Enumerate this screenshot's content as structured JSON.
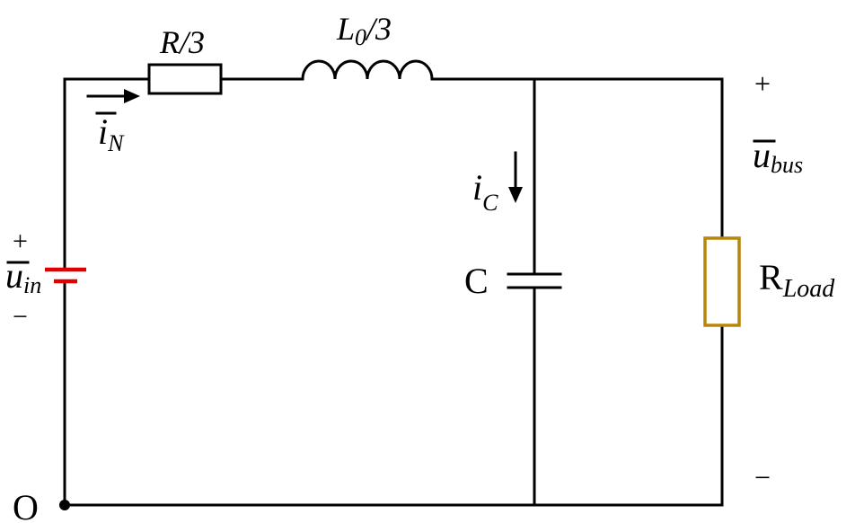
{
  "labels": {
    "resistor": "R/3",
    "inductor_main": "L",
    "inductor_sub": "0",
    "inductor_tail": "/3",
    "i_n_main": "i",
    "i_n_sub": "N",
    "i_c_main": "i",
    "i_c_sub": "C",
    "capacitor": "C",
    "load_main": "R",
    "load_sub": "Load",
    "u_bus_main": "u",
    "u_bus_sub": "bus",
    "u_in_main": "u",
    "u_in_sub": "in",
    "plus_in": "+",
    "minus_in": "−",
    "plus_bus": "+",
    "minus_bus": "−",
    "ground": "O"
  },
  "colors": {
    "wire": "#000000",
    "source_plates": "#e00000",
    "load_resistor": "#b8860b"
  }
}
